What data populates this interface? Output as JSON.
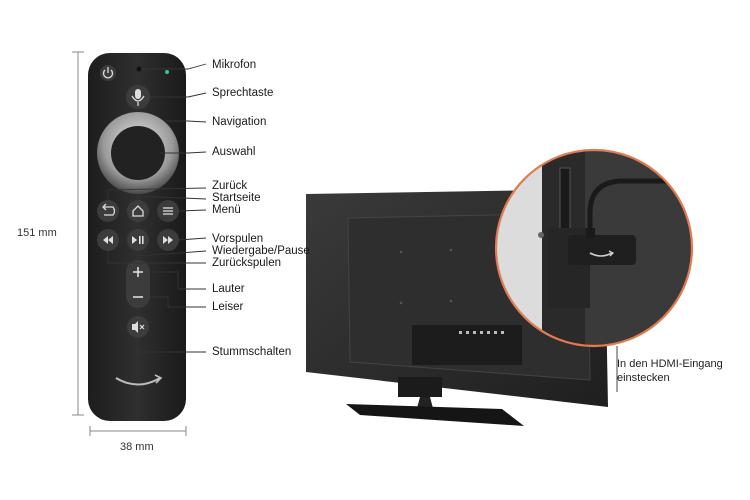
{
  "labels": {
    "mikrofon": "Mikrofon",
    "sprechtaste": "Sprechtaste",
    "navigation": "Navigation",
    "auswahl": "Auswahl",
    "zurueck": "Zurück",
    "startseite": "Startseite",
    "menue": "Menü",
    "vorspulen": "Vorspulen",
    "wiedergabe": "Wiedergabe/Pause",
    "zurueckspulen": "Zurückspulen",
    "lauter": "Lauter",
    "leiser": "Leiser",
    "stummschalten": "Stummschalten"
  },
  "dimensions": {
    "height": "151 mm",
    "width": "38 mm"
  },
  "hdmi_note": {
    "line1": "In den HDMI-Eingang",
    "line2": "einstecken"
  },
  "colors": {
    "remote_body": "#2b2b2b",
    "callout_ring": "#e07b52",
    "led": "#2ec4a0"
  }
}
